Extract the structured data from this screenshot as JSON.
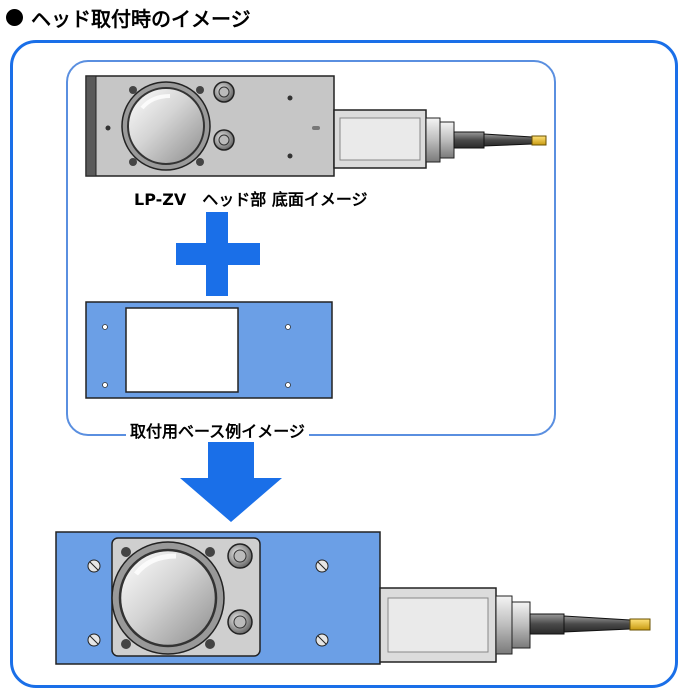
{
  "title": "ヘッド取付時のイメージ",
  "captions": {
    "head_bottom": "LP-ZV　ヘッド部 底面イメージ",
    "mount_base": "取付用ベース例イメージ"
  },
  "colors": {
    "frame_blue": "#1a6fe8",
    "plate_blue": "#6b9fe6",
    "arrow_blue": "#1a6fe8",
    "head_gray": "#c9c9c9"
  },
  "icons": {
    "plus": "plus-icon",
    "arrow": "arrow-down-icon",
    "bullet": "black-circle-bullet"
  }
}
